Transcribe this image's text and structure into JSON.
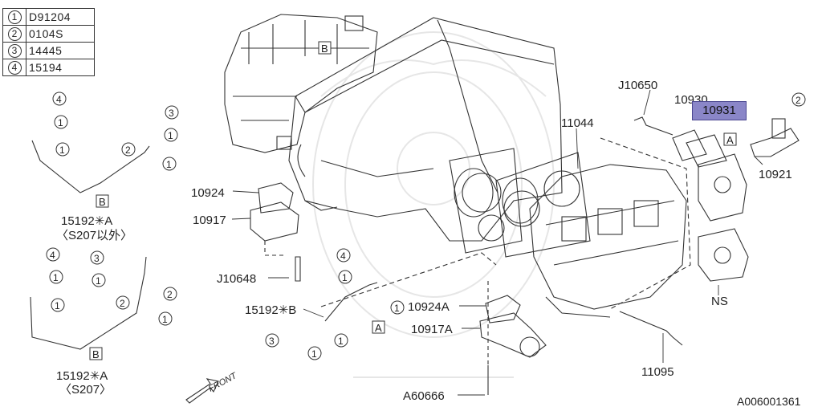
{
  "legend": [
    {
      "num": "1",
      "code": "D91204"
    },
    {
      "num": "2",
      "code": "0104S"
    },
    {
      "num": "3",
      "code": "14445"
    },
    {
      "num": "4",
      "code": "15194"
    }
  ],
  "parts": {
    "p10650": "J10650",
    "p10930": "10930",
    "p10931": "10931",
    "p11044": "11044",
    "p10921": "10921",
    "p10924": "10924",
    "p10917": "10917",
    "pJ10648": "J10648",
    "p15192B": "15192✳B",
    "p10924A": "10924A",
    "p10917A": "10917A",
    "p11095": "11095",
    "pA60666": "A60666",
    "pNS": "NS",
    "p15192A1": "15192✳A",
    "p15192A1sub": "〈S207以外〉",
    "p15192A2": "15192✳A",
    "p15192A2sub": "〈S207〉"
  },
  "callouts": {
    "one": "1",
    "two": "2",
    "three": "3",
    "four": "4",
    "boxA": "A",
    "boxB": "B"
  },
  "front_label": "FRONT",
  "diagram_id": "A006001361"
}
